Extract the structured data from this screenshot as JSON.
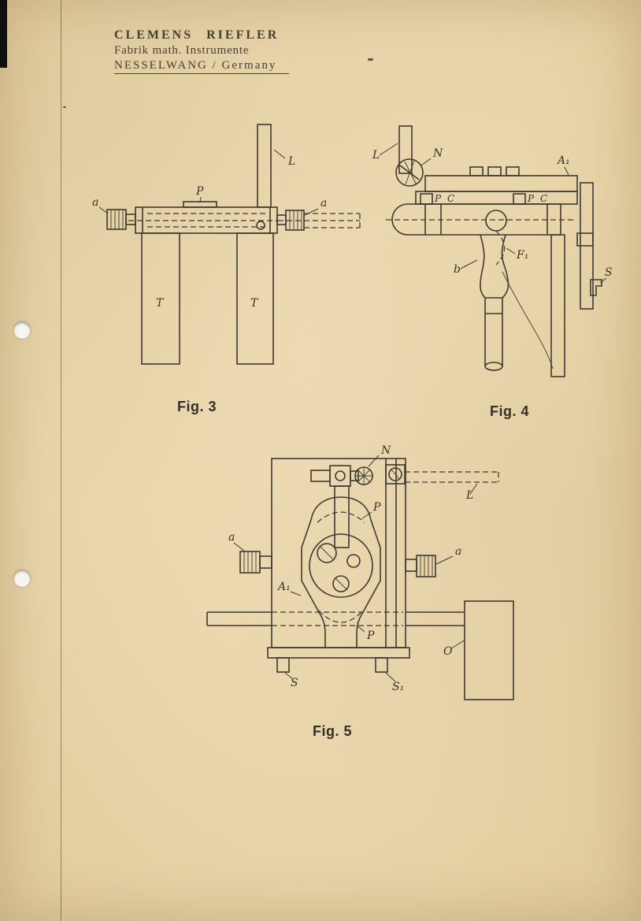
{
  "letterhead": {
    "company": "CLEMENS RIEFLER",
    "subtitle": "Fabrik math. Instrumente",
    "location": "NESSELWANG / Germany"
  },
  "figures": {
    "fig3": {
      "caption": "Fig. 3",
      "labels": {
        "a_left": "a",
        "p": "P",
        "l": "L",
        "a_right": "a",
        "t_left": "T",
        "t_right": "T"
      }
    },
    "fig4": {
      "caption": "Fig. 4",
      "labels": {
        "l": "L",
        "n": "N",
        "p1": "P",
        "c1": "C",
        "p2": "P",
        "c2": "C",
        "a1": "A₁",
        "b": "b",
        "f1": "F₁",
        "s": "S"
      }
    },
    "fig5": {
      "caption": "Fig. 5",
      "labels": {
        "n": "N",
        "l": "L",
        "p_top": "P",
        "a_left": "a",
        "a_right": "a",
        "a1": "A₁",
        "p_bottom": "P",
        "o": "O",
        "s": "S",
        "s1": "S₁"
      }
    }
  }
}
